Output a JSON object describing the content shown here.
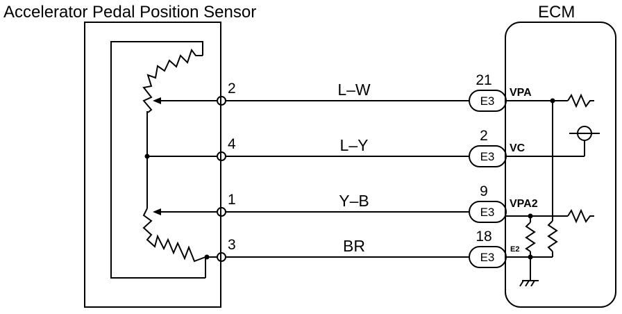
{
  "sensor": {
    "title": "Accelerator Pedal Position Sensor",
    "pins": [
      "2",
      "4",
      "1",
      "3"
    ]
  },
  "ecm": {
    "title": "ECM"
  },
  "wires": [
    {
      "pin": "2",
      "color": "L–W",
      "cavity": "21",
      "connector": "E3",
      "signal": "VPA"
    },
    {
      "pin": "4",
      "color": "L–Y",
      "cavity": "2",
      "connector": "E3",
      "signal": "VC"
    },
    {
      "pin": "1",
      "color": "Y–B",
      "cavity": "9",
      "connector": "E3",
      "signal": "VPA2"
    },
    {
      "pin": "3",
      "color": "BR",
      "cavity": "18",
      "connector": "E3",
      "signal": "E2"
    }
  ]
}
